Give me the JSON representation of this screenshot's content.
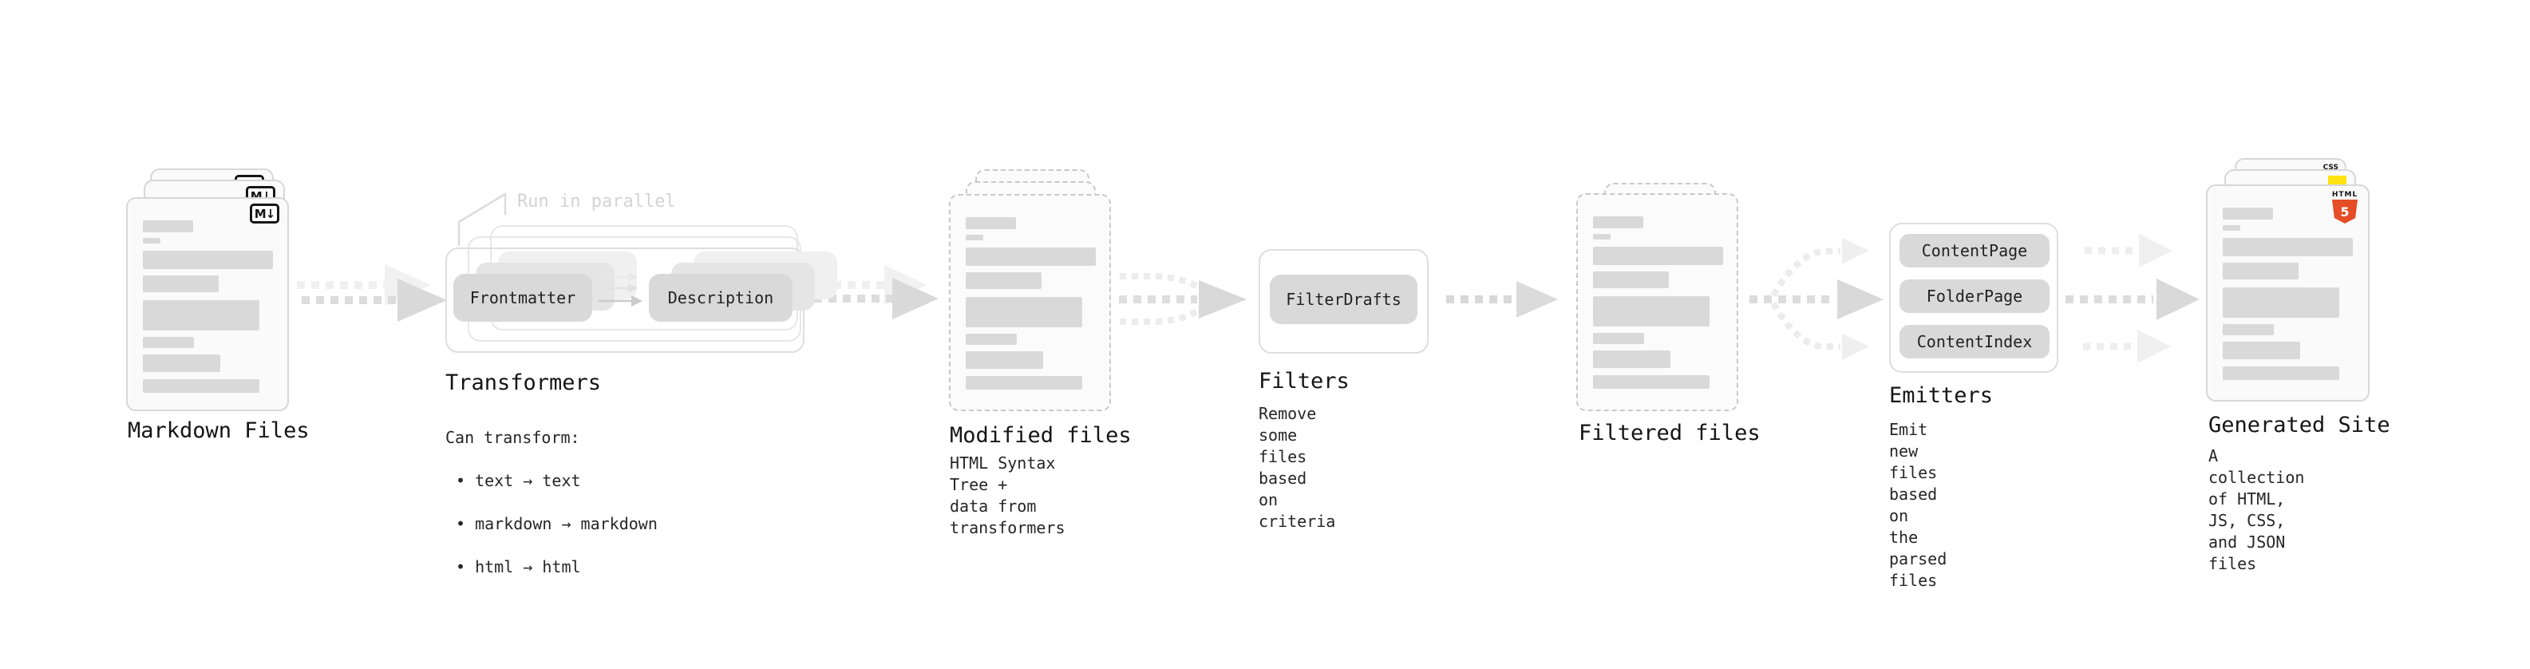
{
  "nodes": {
    "markdown_files": {
      "label": "Markdown Files",
      "file_type_badge": "M↓"
    },
    "transformers": {
      "label": "Transformers",
      "parallel_note": "Run in parallel",
      "transformer_boxes": [
        "Frontmatter",
        "Description"
      ],
      "caption_title": "Can transform:",
      "caption_bullets": [
        "• text → text",
        "• markdown → markdown",
        "• html → html"
      ]
    },
    "modified_files": {
      "label": "Modified files",
      "caption": "HTML Syntax Tree +\ndata from transformers"
    },
    "filters": {
      "label": "Filters",
      "filter_boxes": [
        "FilterDrafts"
      ],
      "caption": "Remove some files based\non criteria"
    },
    "filtered_files": {
      "label": "Filtered files"
    },
    "emitters": {
      "label": "Emitters",
      "emitter_boxes": [
        "ContentPage",
        "FolderPage",
        "ContentIndex"
      ],
      "caption": "Emit new files based on\nthe parsed files"
    },
    "generated_site": {
      "label": "Generated Site",
      "caption": "A collection of HTML,\nJS, CSS, and JSON files",
      "badges": {
        "html_label": "HTML",
        "html_number": "5",
        "css_label": "CSS"
      }
    }
  },
  "colors": {
    "html5_orange": "#e44d26",
    "js_yellow": "#ffe312",
    "css_blue": "#2962f1",
    "card_fill": "#fafafa",
    "pill_fill": "#d9d9d9",
    "arrow_gray": "#d9d9d9",
    "text": "#1c1c1c",
    "muted_note": "#d3d3d3"
  }
}
